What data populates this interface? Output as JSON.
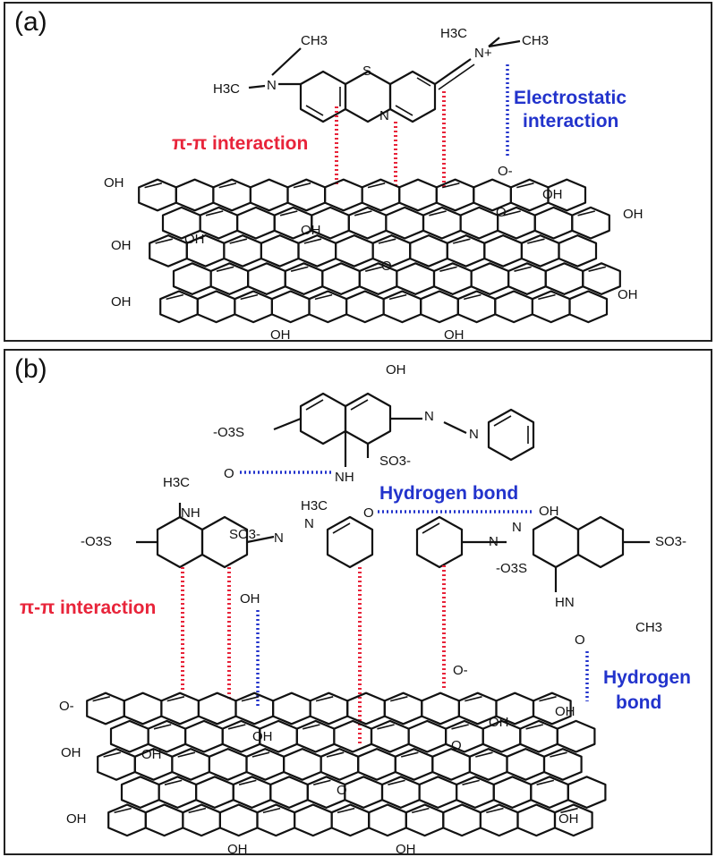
{
  "panel_a": {
    "label": "(a)",
    "pi_pi": "π-π interaction",
    "electrostatic_1": "Electrostatic",
    "electrostatic_2": "interaction",
    "atoms": {
      "ch3_top": "CH3",
      "h3c_left": "H3C",
      "n_left": "N",
      "s": "S",
      "n_mid": "N",
      "h3c_right": "H3C",
      "n_plus": "N+",
      "ch3_right": "CH3",
      "o_minus": "O-",
      "oh": "OH",
      "o": "O"
    }
  },
  "panel_b": {
    "label": "(b)",
    "pi_pi": "π-π interaction",
    "hbond_main": "Hydrogen bond",
    "hbond_side_1": "Hydrogen",
    "hbond_side_2": "bond",
    "atoms": {
      "oh": "OH",
      "so3_minus": "SO3-",
      "o3s_minus": "-O3S",
      "n": "N",
      "nh": "NH",
      "hn": "HN",
      "o": "O",
      "h3c": "H3C",
      "ch3": "CH3",
      "o_minus": "O-"
    }
  },
  "colors": {
    "pi_pi": "#e8243a",
    "hydrogen_bond": "#2233cc",
    "electrostatic": "#2233cc",
    "structure": "#111111"
  }
}
